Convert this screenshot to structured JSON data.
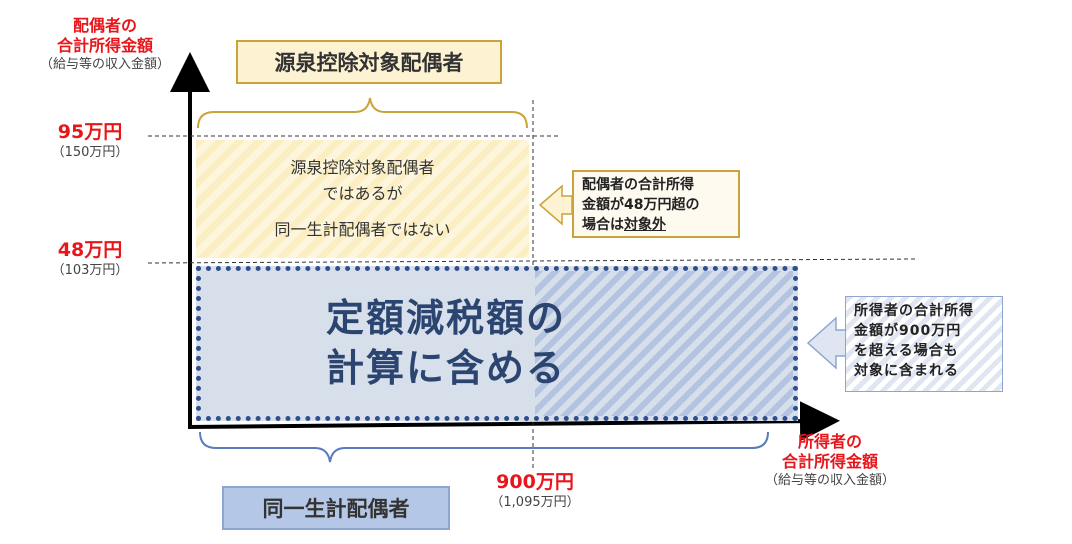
{
  "y_axis": {
    "label_line1": "配偶者の",
    "label_line2": "合計所得金額",
    "sub": "（給与等の収入金額）"
  },
  "x_axis": {
    "label_line1": "所得者の",
    "label_line2": "合計所得金額",
    "sub": "（給与等の収入金額）"
  },
  "ticks": {
    "y95_main": "95万円",
    "y95_sub": "（150万円）",
    "y48_main": "48万円",
    "y48_sub": "（103万円）",
    "x900_main": "900万円",
    "x900_sub": "（1,095万円）"
  },
  "labels": {
    "top_box": "源泉控除対象配偶者",
    "bottom_box": "同一生計配偶者"
  },
  "yellow_region": {
    "line1": "源泉控除対象配偶者",
    "line2": "ではあるが",
    "line3": "同一生計配偶者ではない"
  },
  "blue_region": {
    "line1": "定額減税額の",
    "line2": "計算に含める"
  },
  "callout_yellow": {
    "line1": "配偶者の合計所得",
    "line2": "金額が48万円超の",
    "line3_prefix": "場合は",
    "line3_emph": "対象外"
  },
  "callout_blue": {
    "line1": "所得者の合計所得",
    "line2": "金額が900万円",
    "line3": "を超える場合も",
    "line4": "対象に含まれる"
  },
  "colors": {
    "red": "#e8161b",
    "yellow_border": "#c8a43a",
    "blue_dark": "#2f4f8f",
    "blue_label": "#b4c7e7"
  }
}
